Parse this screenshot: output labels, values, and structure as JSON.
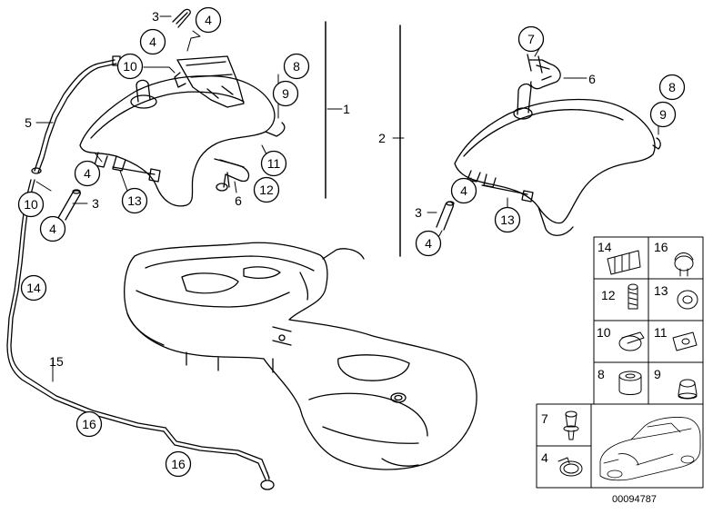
{
  "callouts": [
    {
      "id": "c-3-a",
      "text": "3",
      "circled": false
    },
    {
      "id": "c-4-a",
      "text": "4",
      "circled": true
    },
    {
      "id": "c-4-b",
      "text": "4",
      "circled": true
    },
    {
      "id": "c-10-a",
      "text": "10",
      "circled": true
    },
    {
      "id": "c-5",
      "text": "5",
      "circled": false
    },
    {
      "id": "c-8-a",
      "text": "8",
      "circled": true
    },
    {
      "id": "c-9-a",
      "text": "9",
      "circled": true
    },
    {
      "id": "c-1",
      "text": "1",
      "circled": false
    },
    {
      "id": "c-11-a",
      "text": "11",
      "circled": true
    },
    {
      "id": "c-12-a",
      "text": "12",
      "circled": true
    },
    {
      "id": "c-6-a",
      "text": "6",
      "circled": false
    },
    {
      "id": "c-13-a",
      "text": "13",
      "circled": true
    },
    {
      "id": "c-4-c",
      "text": "4",
      "circled": true
    },
    {
      "id": "c-10-b",
      "text": "10",
      "circled": true
    },
    {
      "id": "c-3-b",
      "text": "3",
      "circled": false
    },
    {
      "id": "c-4-d",
      "text": "4",
      "circled": true
    },
    {
      "id": "c-7-a",
      "text": "7",
      "circled": true
    },
    {
      "id": "c-6-b",
      "text": "6",
      "circled": false
    },
    {
      "id": "c-8-b",
      "text": "8",
      "circled": true
    },
    {
      "id": "c-9-b",
      "text": "9",
      "circled": true
    },
    {
      "id": "c-2",
      "text": "2",
      "circled": false
    },
    {
      "id": "c-4-e",
      "text": "4",
      "circled": true
    },
    {
      "id": "c-3-c",
      "text": "3",
      "circled": false
    },
    {
      "id": "c-13-b",
      "text": "13",
      "circled": true
    },
    {
      "id": "c-4-f",
      "text": "4",
      "circled": true
    },
    {
      "id": "c-14-a",
      "text": "14",
      "circled": true
    },
    {
      "id": "c-15",
      "text": "15",
      "circled": false
    },
    {
      "id": "c-16-a",
      "text": "16",
      "circled": true
    },
    {
      "id": "c-16-b",
      "text": "16",
      "circled": true
    }
  ],
  "legend": [
    {
      "id": "legend-14",
      "text": "14",
      "part": "clip-strip"
    },
    {
      "id": "legend-16",
      "text": "16",
      "part": "grommet-clip"
    },
    {
      "id": "legend-12",
      "text": "12",
      "part": "bolt"
    },
    {
      "id": "legend-13",
      "text": "13",
      "part": "rubber-grommet"
    },
    {
      "id": "legend-10",
      "text": "10",
      "part": "hose-clamp"
    },
    {
      "id": "legend-11",
      "text": "11",
      "part": "spring-nut"
    },
    {
      "id": "legend-8",
      "text": "8",
      "part": "bush"
    },
    {
      "id": "legend-9",
      "text": "9",
      "part": "rubber-mount"
    },
    {
      "id": "legend-7",
      "text": "7",
      "part": "expanding-rivet"
    },
    {
      "id": "legend-4",
      "text": "4",
      "part": "clamp"
    }
  ],
  "diagram_code": "00094787",
  "colors": {
    "line": "#000000",
    "background": "#ffffff",
    "fill": "#ffffff"
  }
}
